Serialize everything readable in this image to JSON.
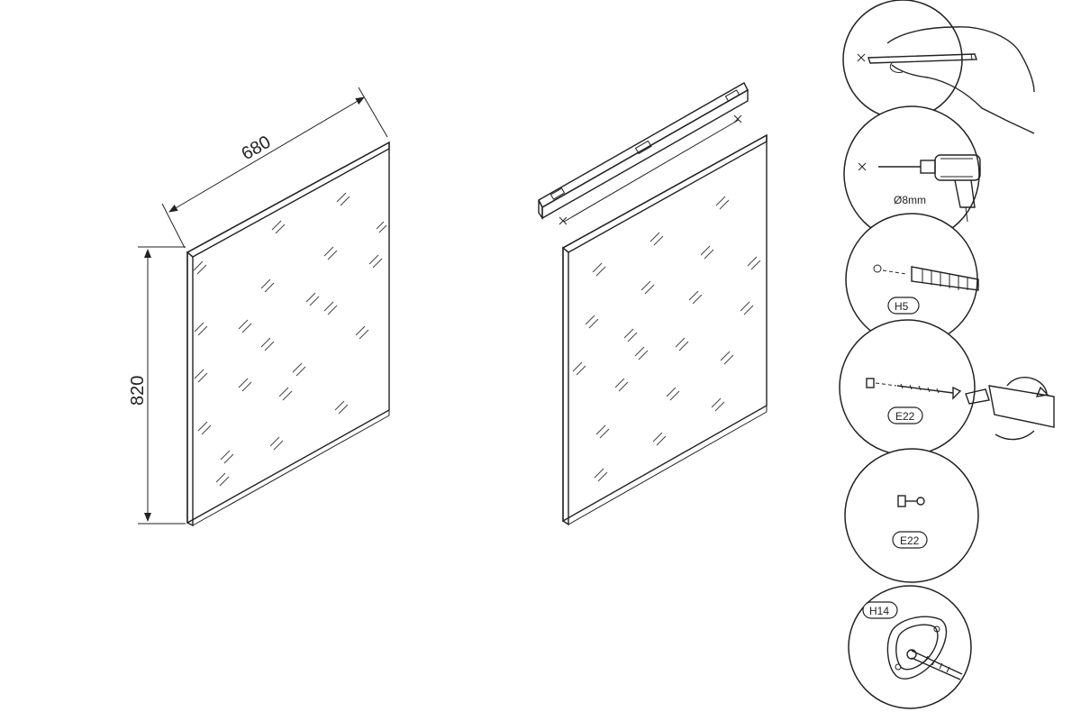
{
  "dimensions": {
    "width_label": "680",
    "height_label": "820"
  },
  "steps": [
    {
      "id": 1,
      "icon": "pencil-marking-icon",
      "label": ""
    },
    {
      "id": 2,
      "icon": "drill-icon",
      "label": "Ø8mm"
    },
    {
      "id": 3,
      "icon": "wall-plug-icon",
      "label": "H5"
    },
    {
      "id": 4,
      "icon": "screw-insertion-icon",
      "label": "E22"
    },
    {
      "id": 5,
      "icon": "screw-icon",
      "label": "E22"
    },
    {
      "id": 6,
      "icon": "bracket-mount-icon",
      "label": "H14"
    }
  ]
}
